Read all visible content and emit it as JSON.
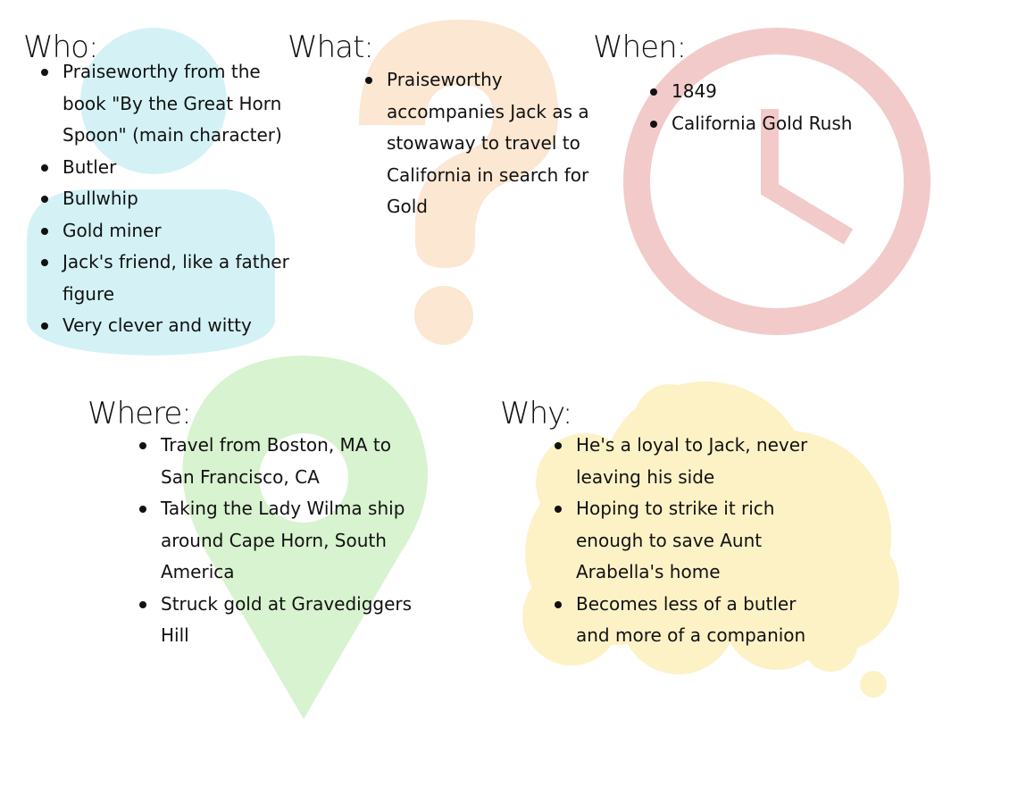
{
  "sections": {
    "who": {
      "heading": "Who:",
      "items": [
        "Praiseworthy from the book \"By the Great Horn Spoon\" (main character)",
        "Butler",
        "Bullwhip",
        "Gold miner",
        "Jack's friend, like a father figure",
        "Very clever and witty"
      ]
    },
    "what": {
      "heading": "What:",
      "items": [
        "Praiseworthy accompanies Jack as a stowaway to travel to California in search for Gold"
      ]
    },
    "when": {
      "heading": "When:",
      "items": [
        "1849",
        "California Gold Rush"
      ]
    },
    "where": {
      "heading": "Where:",
      "items": [
        "Travel from Boston, MA to San Francisco, CA",
        "Taking the Lady Wilma ship around Cape Horn, South America",
        "Struck gold at Gravediggers Hill"
      ]
    },
    "why": {
      "heading": "Why:",
      "items": [
        "He's a loyal to Jack, never leaving his side",
        "Hoping to strike it rich enough to save Aunt Arabella's home",
        "Becomes less of a butler and more of a companion"
      ]
    }
  },
  "icons": {
    "who": "person-icon",
    "what": "question-mark-icon",
    "when": "clock-icon",
    "where": "map-pin-icon",
    "why": "thought-bubble-icon"
  },
  "colors": {
    "person": "#d4f2f6",
    "question": "#fbe7d2",
    "clock": "#f2caca",
    "pin": "#d8f3cf",
    "cloud": "#fdf2c6"
  }
}
